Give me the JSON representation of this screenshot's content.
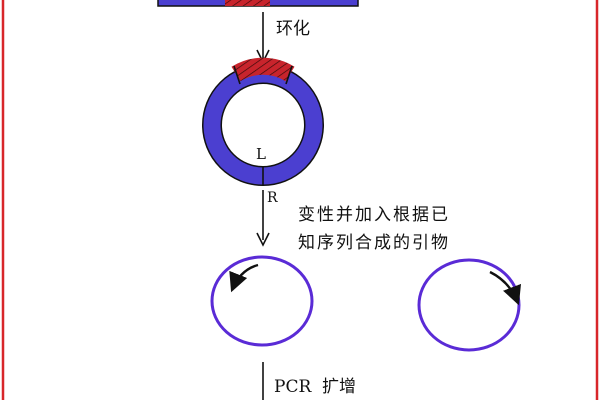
{
  "labels": {
    "cyclize": "环化",
    "left_junction": "L",
    "right_junction": "R",
    "step2_line1": "变性并加入根据已",
    "step2_line2": "知序列合成的引物",
    "step3": "PCR  扩增"
  },
  "colors": {
    "frame": "#d8262a",
    "ring": "#4b3fd0",
    "ring_outline": "#111111",
    "known_sequence": "#c8242c",
    "primer_circle": "#5a2bd6",
    "arrow": "#222222"
  },
  "icons": {
    "primer_arrow": "curved-arrow"
  }
}
